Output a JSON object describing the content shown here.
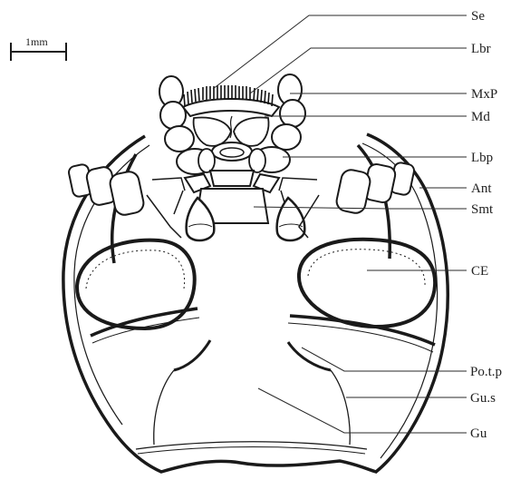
{
  "scale_bar": {
    "label": "1mm"
  },
  "labels": {
    "se": "Se",
    "lbr": "Lbr",
    "mxp": "MxP",
    "md": "Md",
    "lbp": "Lbp",
    "ant": "Ant",
    "smt": "Smt",
    "ce": "CE",
    "potp": "Po.t.p",
    "gus": "Gu.s",
    "gu": "Gu"
  },
  "colors": {
    "ink": "#1a1a1a",
    "background": "#ffffff"
  }
}
